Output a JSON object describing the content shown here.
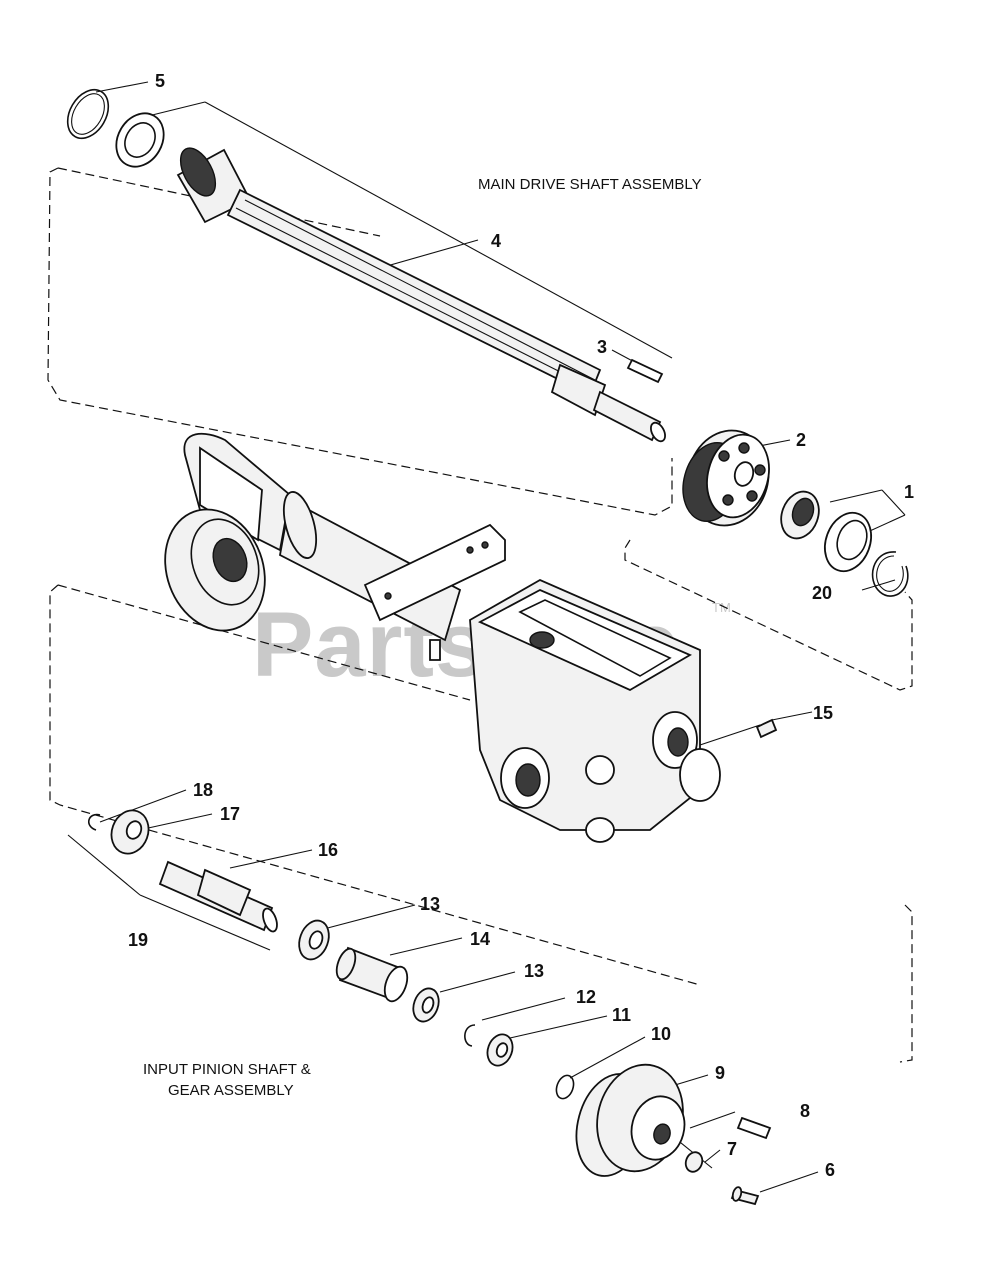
{
  "captions": {
    "main_drive": "MAIN DRIVE SHAFT ASSEMBLY",
    "input_pinion_line1": "INPUT PINION SHAFT &",
    "input_pinion_line2": "GEAR ASSEMBLY"
  },
  "watermark": {
    "text": "PartsTree",
    "trademark": "TM"
  },
  "callouts": [
    "1",
    "2",
    "3",
    "4",
    "5",
    "6",
    "7",
    "8",
    "9",
    "10",
    "11",
    "12",
    "13",
    "13",
    "14",
    "15",
    "16",
    "17",
    "18",
    "19",
    "20"
  ]
}
